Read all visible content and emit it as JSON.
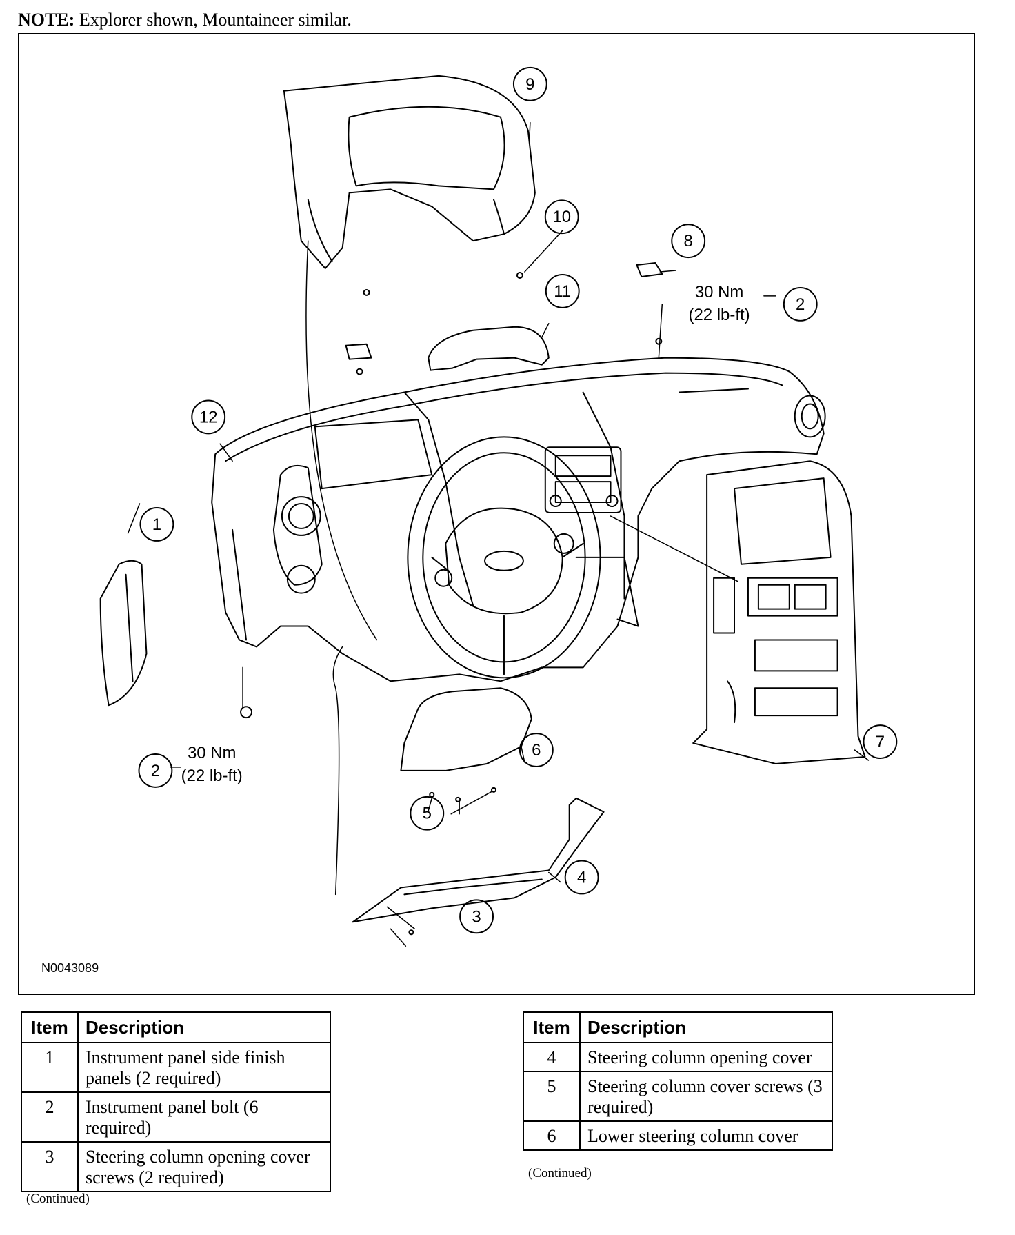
{
  "note": {
    "label": "NOTE:",
    "text": "Explorer shown, Mountaineer similar."
  },
  "figure": {
    "code": "N0043089",
    "callouts": [
      "1",
      "2",
      "2",
      "3",
      "4",
      "5",
      "6",
      "7",
      "8",
      "9",
      "10",
      "11",
      "12"
    ],
    "torque_left": {
      "nm": "30 Nm",
      "lbft": "(22 lb-ft)"
    },
    "torque_right": {
      "nm": "30 Nm",
      "lbft": "(22 lb-ft)"
    }
  },
  "table_left": {
    "headers": [
      "Item",
      "Description"
    ],
    "rows": [
      {
        "item": "1",
        "description": "Instrument panel side finish panels (2 required)"
      },
      {
        "item": "2",
        "description": "Instrument panel bolt (6 required)"
      },
      {
        "item": "3",
        "description": "Steering column opening cover screws (2 required)"
      }
    ],
    "continued": "(Continued)"
  },
  "table_right": {
    "headers": [
      "Item",
      "Description"
    ],
    "rows": [
      {
        "item": "4",
        "description": "Steering column opening cover"
      },
      {
        "item": "5",
        "description": "Steering column cover screws (3 required)"
      },
      {
        "item": "6",
        "description": "Lower steering column cover"
      }
    ],
    "continued": "(Continued)"
  }
}
